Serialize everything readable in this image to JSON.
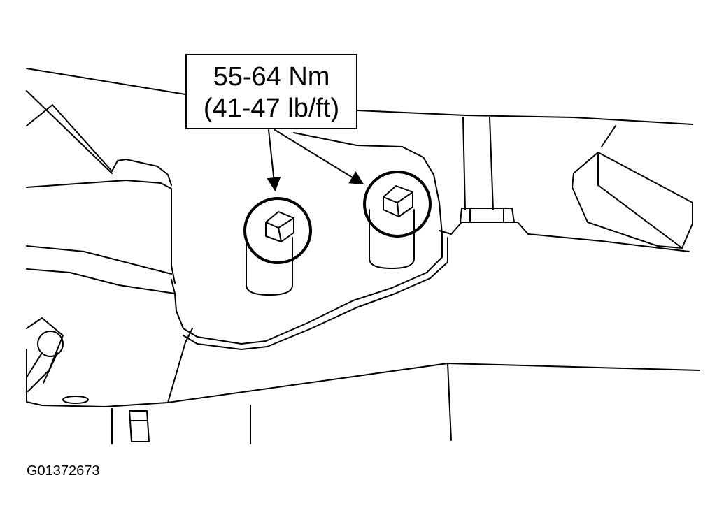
{
  "callout": {
    "torque_metric": "55-64 Nm",
    "torque_imperial": "(41-47 lb/ft)"
  },
  "figure_id": "G01372673",
  "colors": {
    "ink": "#000000",
    "paper": "#ffffff"
  },
  "icons": [
    "bolt-icon",
    "arrow-icon"
  ]
}
